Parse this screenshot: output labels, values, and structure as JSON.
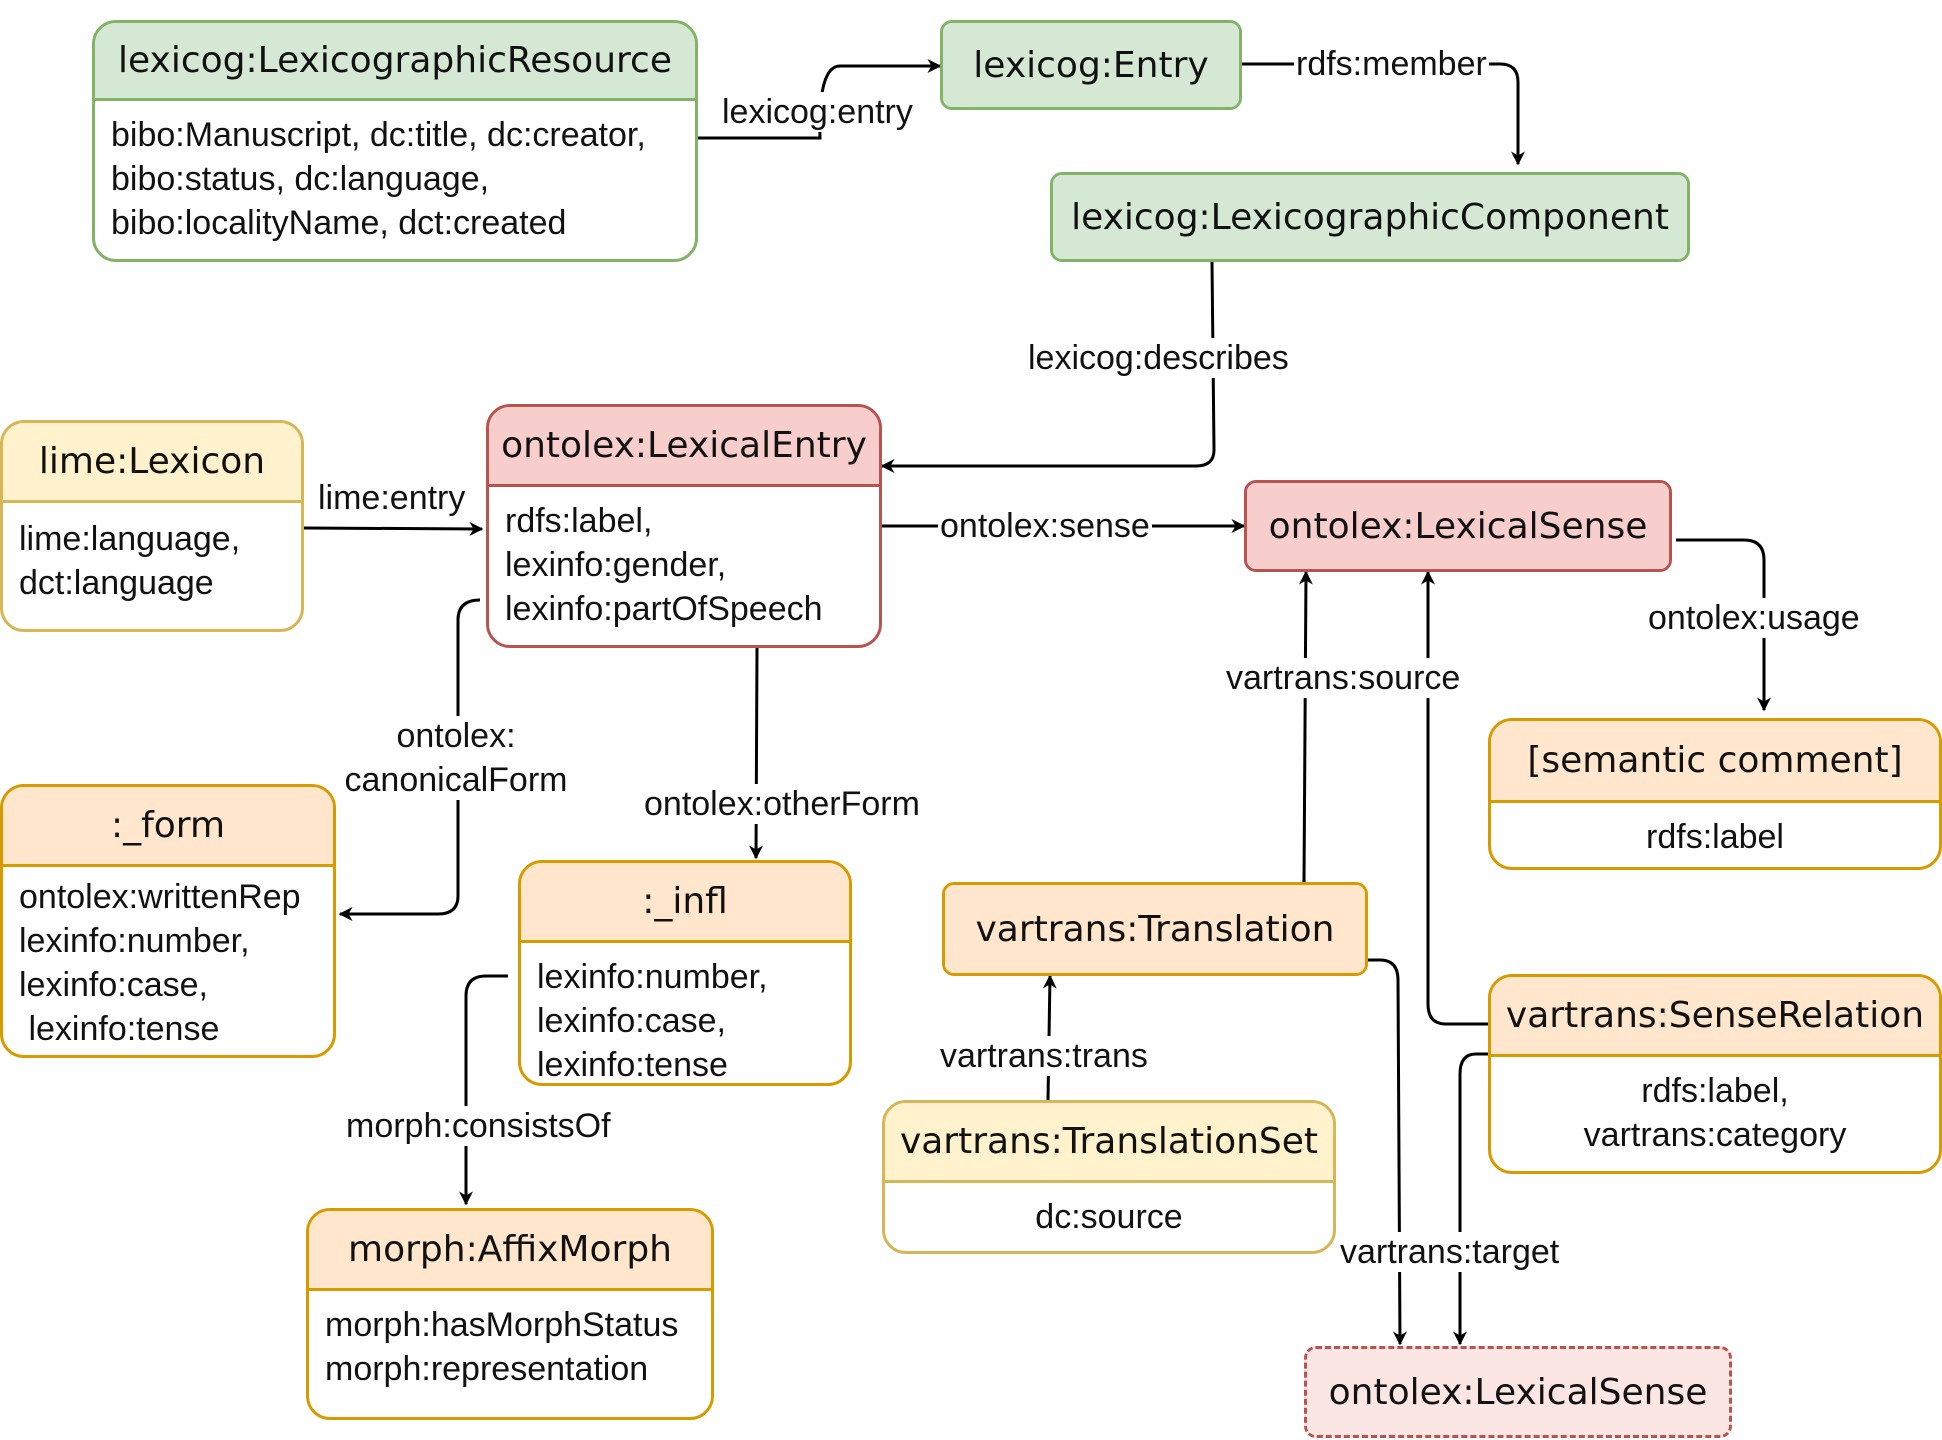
{
  "nodes": {
    "lexicographic_resource": {
      "title": "lexicog:LexicographicResource",
      "lines": [
        "bibo:Manuscript, dc:title, dc:creator,",
        "bibo:status, dc:language,",
        "bibo:localityName, dct:created"
      ]
    },
    "entry": {
      "title": "lexicog:Entry"
    },
    "lexicographic_component": {
      "title": "lexicog:LexicographicComponent"
    },
    "lexicon": {
      "title": "lime:Lexicon",
      "lines": [
        "lime:language,",
        "dct:language"
      ]
    },
    "lexical_entry": {
      "title": "ontolex:LexicalEntry",
      "lines": [
        "rdfs:label,",
        "lexinfo:gender,",
        "lexinfo:partOfSpeech"
      ]
    },
    "lexical_sense": {
      "title": "ontolex:LexicalSense"
    },
    "form": {
      "title": ":_form",
      "lines": [
        "ontolex:writtenRep",
        "lexinfo:number,",
        "lexinfo:case,",
        " lexinfo:tense"
      ]
    },
    "infl": {
      "title": ":_infl",
      "lines": [
        "lexinfo:number,",
        "lexinfo:case,",
        "lexinfo:tense"
      ]
    },
    "semantic_comment": {
      "title": "[semantic comment]",
      "lines": [
        "rdfs:label"
      ]
    },
    "translation": {
      "title": "vartrans:Translation"
    },
    "sense_relation": {
      "title": "vartrans:SenseRelation",
      "lines": [
        "rdfs:label,",
        "vartrans:category"
      ]
    },
    "translation_set": {
      "title": "vartrans:TranslationSet",
      "lines": [
        "dc:source"
      ]
    },
    "affix_morph": {
      "title": "morph:AffixMorph",
      "lines": [
        "morph:hasMorphStatus",
        "morph:representation"
      ]
    },
    "target_sense": {
      "title": "ontolex:LexicalSense"
    }
  },
  "edges": {
    "lexicog_entry": "lexicog:entry",
    "rdfs_member": "rdfs:member",
    "lexicog_describes": "lexicog:describes",
    "lime_entry": "lime:entry",
    "ontolex_sense": "ontolex:sense",
    "ontolex_usage": "ontolex:usage",
    "canonical_form": [
      "ontolex:",
      "canonicalForm"
    ],
    "other_form": "ontolex:otherForm",
    "vartrans_source": "vartrans:source",
    "vartrans_trans": "vartrans:trans",
    "morph_consists_of": "morph:consistsOf",
    "vartrans_target": "vartrans:target"
  },
  "colors": {
    "green_fill": "#d5e8d4",
    "green_stroke": "#82b366",
    "red_fill": "#f8cecc",
    "red_stroke": "#b85450",
    "yellow_fill": "#fff2cc",
    "yellow_stroke": "#d6b656",
    "orange_fill": "#ffe6cc",
    "orange_stroke": "#d79b00",
    "edge": "#000000"
  }
}
